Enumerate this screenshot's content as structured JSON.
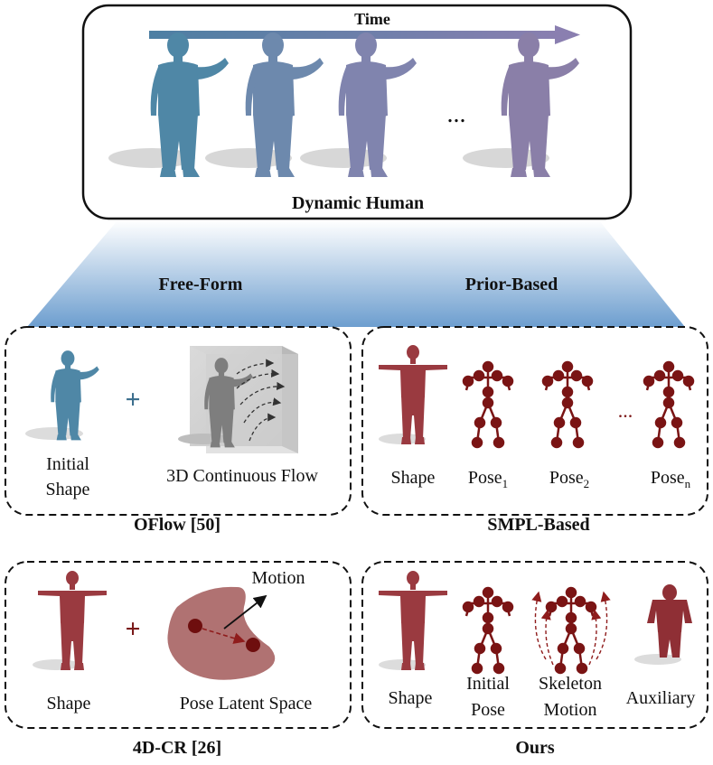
{
  "top": {
    "time_label": "Time",
    "ellipsis": "...",
    "title": "Dynamic Human"
  },
  "split": {
    "left_label": "Free-Form",
    "right_label": "Prior-Based"
  },
  "oflow": {
    "initial_shape": [
      "Initial",
      "Shape"
    ],
    "plus": "+",
    "flow_label": "3D Continuous Flow",
    "caption": "OFlow [50]"
  },
  "smpl": {
    "shape_label": "Shape",
    "pose_base": "Pose",
    "pose_subs": [
      "1",
      "2",
      "n"
    ],
    "ellipsis": "...",
    "caption": "SMPL-Based"
  },
  "cr4d": {
    "shape_label": "Shape",
    "plus": "+",
    "motion_label": "Motion",
    "latent_label": "Pose Latent Space",
    "caption": "4D-CR [26]"
  },
  "ours": {
    "shape_label": "Shape",
    "initial_pose": [
      "Initial",
      "Pose"
    ],
    "skeleton_motion": [
      "Skeleton",
      "Motion"
    ],
    "auxiliary": "Auxiliary",
    "caption": "Ours"
  },
  "colors": {
    "blue_figure": "#4f87a6",
    "purple_figure": "#8a7fa8",
    "red_figure": "#8f2f35",
    "skeleton": "#7a1414",
    "fan_top": "#ffffff",
    "fan_bottom": "#6d9ecf",
    "latent_blob": "#b07272"
  }
}
